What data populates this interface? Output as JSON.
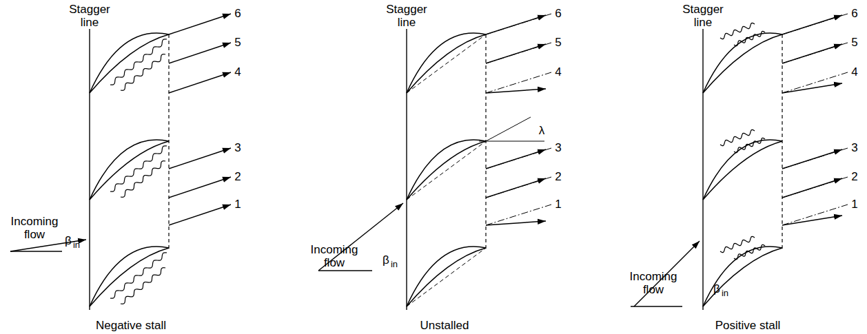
{
  "diagram": {
    "labels": [
      "Stagger line",
      "Incoming flow",
      "β",
      "in",
      "6",
      "5",
      "4",
      "3",
      "2",
      "1",
      "Negative stall",
      "Stagger line",
      "Incoming flow",
      "β",
      "in",
      "λ",
      "6",
      "5",
      "4",
      "3",
      "2",
      "1",
      "Unstalled",
      "Stagger line",
      "Incoming flow",
      "β",
      "in",
      "6",
      "5",
      "4",
      "3",
      "2",
      "1",
      "Positive stall"
    ]
  }
}
